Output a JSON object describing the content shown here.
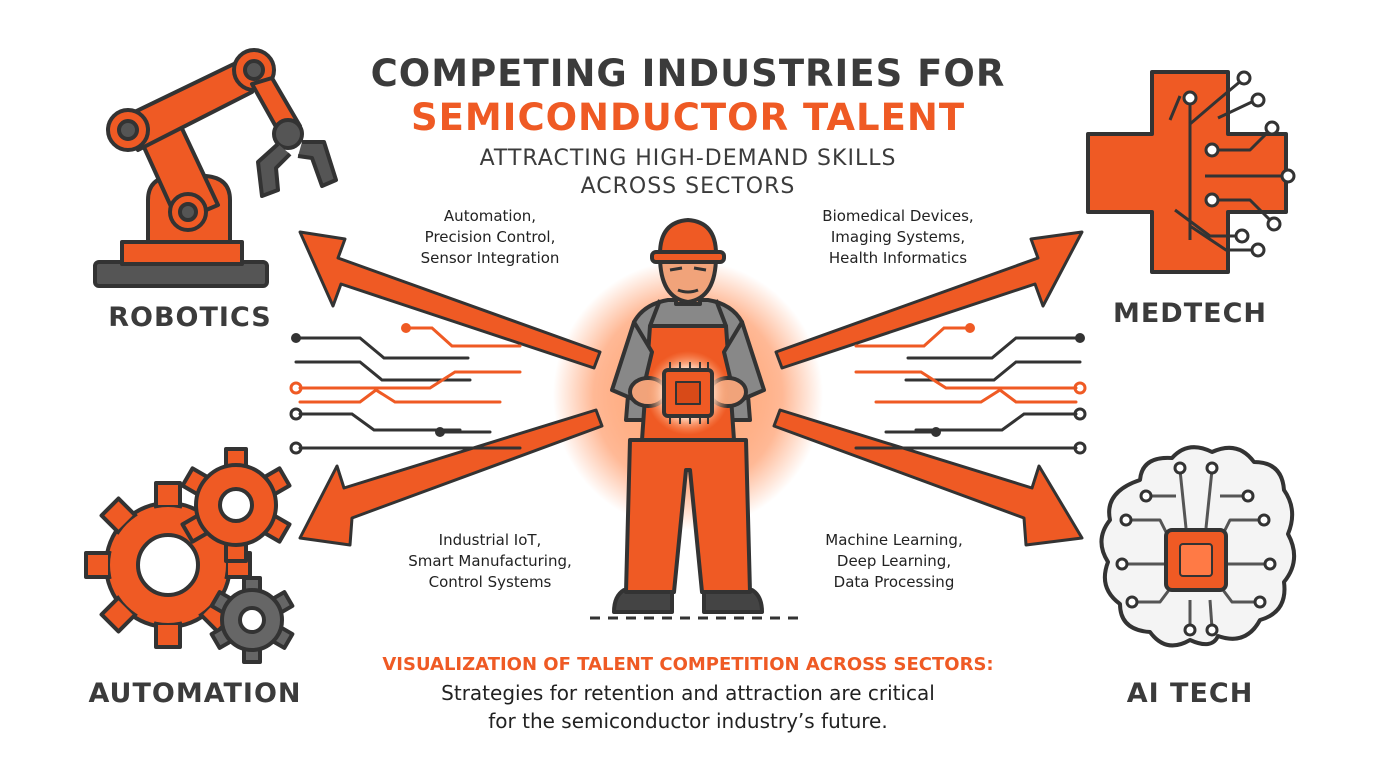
{
  "title": {
    "line1": "COMPETING INDUSTRIES FOR",
    "line2": "SEMICONDUCTOR TALENT"
  },
  "subtitle": {
    "line1": "ATTRACTING HIGH-DEMAND SKILLS",
    "line2": "ACROSS SECTORS"
  },
  "sectors": {
    "robotics": {
      "label": "ROBOTICS",
      "icon": "robot-arm-icon",
      "skills": [
        "Automation,",
        "Precision Control,",
        "Sensor Integration"
      ]
    },
    "medtech": {
      "label": "MEDTECH",
      "icon": "medical-cross-circuit-icon",
      "skills": [
        "Biomedical Devices,",
        "Imaging Systems,",
        "Health Informatics"
      ]
    },
    "automation": {
      "label": "AUTOMATION",
      "icon": "gears-icon",
      "skills": [
        "Industrial IoT,",
        "Smart Manufacturing,",
        "Control Systems"
      ]
    },
    "aitech": {
      "label": "AI TECH",
      "icon": "brain-chip-icon",
      "skills": [
        "Machine Learning,",
        "Deep Learning,",
        "Data Processing"
      ]
    }
  },
  "center": {
    "icon": "worker-holding-chip-icon"
  },
  "footer": {
    "headline": "VISUALIZATION OF TALENT COMPETITION ACROSS SECTORS:",
    "line1": "Strategies for retention and attraction are critical",
    "line2": "for the semiconductor industry’s future."
  },
  "colors": {
    "accent": "#ef5a24",
    "dark": "#3b3b3b",
    "outline": "#333333",
    "glow": "#ff8a50"
  }
}
